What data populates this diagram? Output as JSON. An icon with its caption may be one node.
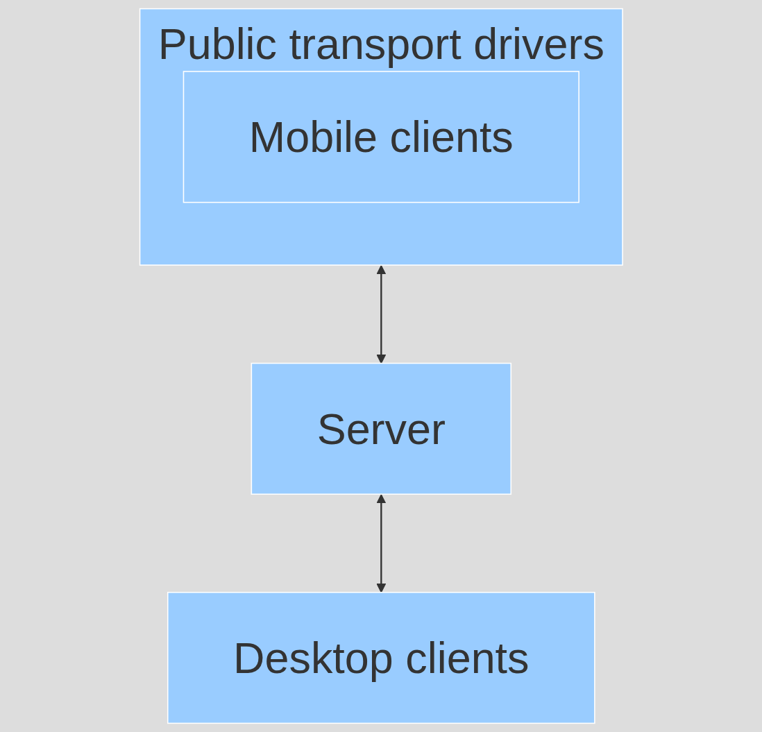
{
  "diagram": {
    "nodes": [
      {
        "text": [
          "Public transport drivers"
        ]
      },
      {
        "text": [
          "Mobile clients"
        ],
        "in": 0
      },
      {
        "text": [
          "Server"
        ]
      },
      {
        "text": [
          "Desktop clients"
        ]
      }
    ],
    "edges": [
      {
        "from": 0,
        "to": 2,
        "arrow": "both"
      },
      {
        "from": 2,
        "to": 3,
        "arrow": "both"
      }
    ]
  }
}
